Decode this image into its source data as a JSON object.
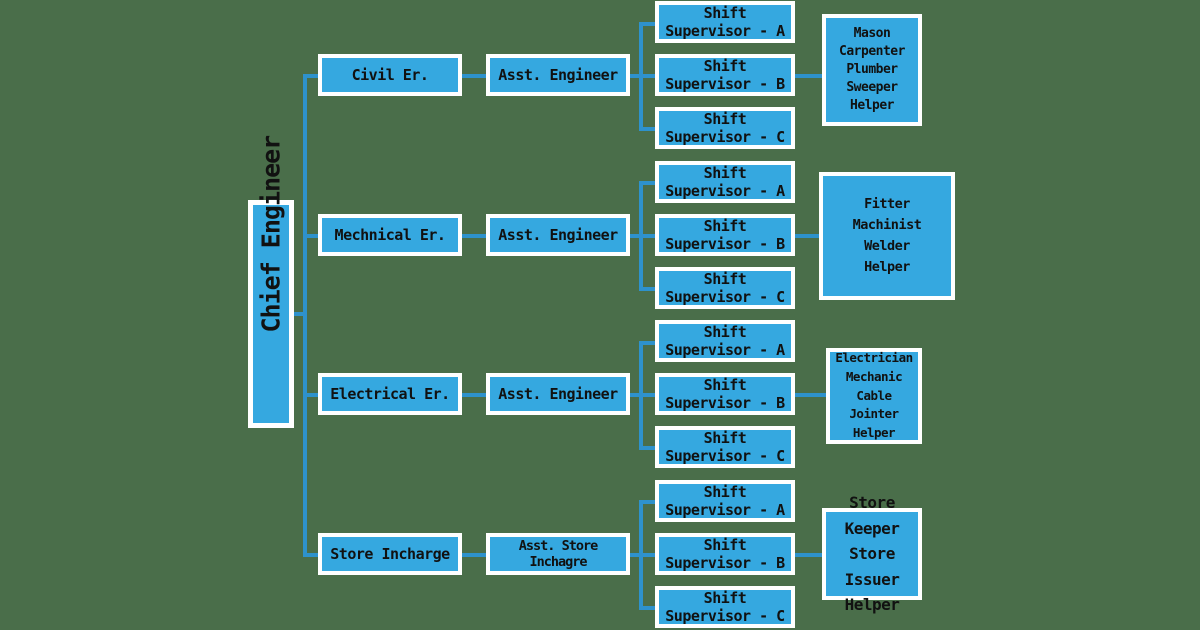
{
  "diagram": {
    "title": "Chief Engineer",
    "type": "organizational-chart",
    "background_color": "#4a6e4a",
    "node_fill_color": "#35a8e0",
    "node_border_color": "#ffffff",
    "connector_color": "#2e92cc",
    "text_color": "#111111"
  },
  "root": {
    "label": "Chief Engineer"
  },
  "branches": [
    {
      "department": "Civil Er.",
      "assistant": "Asst. Engineer",
      "supervisors": [
        "Shift Supervisor - A",
        "Shift Supervisor - B",
        "Shift Supervisor - C"
      ],
      "staff": [
        "Mason",
        "Carpenter",
        "Plumber",
        "Sweeper",
        "Helper"
      ]
    },
    {
      "department": "Mechnical Er.",
      "assistant": "Asst. Engineer",
      "supervisors": [
        "Shift Supervisor - A",
        "Shift Supervisor - B",
        "Shift Supervisor - C"
      ],
      "staff": [
        "Fitter",
        "Machinist",
        "Welder",
        "Helper"
      ]
    },
    {
      "department": "Electrical Er.",
      "assistant": "Asst. Engineer",
      "supervisors": [
        "Shift Supervisor - A",
        "Shift Supervisor - B",
        "Shift Supervisor - C"
      ],
      "staff": [
        "Electrician",
        "Mechanic",
        "Cable Jointer",
        "Helper"
      ]
    },
    {
      "department": "Store Incharge",
      "assistant": "Asst. Store Inchagre",
      "supervisors": [
        "Shift Supervisor - A",
        "Shift Supervisor - B",
        "Shift Supervisor - C"
      ],
      "staff": [
        "Store Keeper",
        "Store Issuer",
        "Helper"
      ]
    }
  ]
}
